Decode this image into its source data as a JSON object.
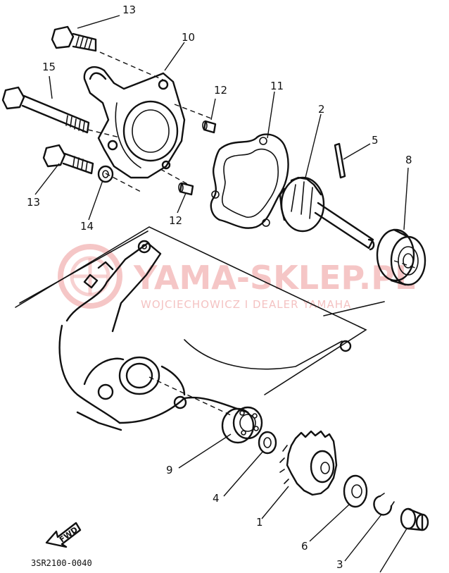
{
  "diagram": {
    "drawing_code": "3SR2100-0040",
    "fwd_label": "FWD",
    "watermark": {
      "title": "YAMA-SKLEP.PL",
      "subtitle": "WOJCIECHOWICZ I DEALER YAMAHA",
      "color": "#f2b3b3"
    },
    "callouts": [
      {
        "id": "c13a",
        "label": "13"
      },
      {
        "id": "c10",
        "label": "10"
      },
      {
        "id": "c15",
        "label": "15"
      },
      {
        "id": "c12a",
        "label": "12"
      },
      {
        "id": "c11",
        "label": "11"
      },
      {
        "id": "c2",
        "label": "2"
      },
      {
        "id": "c5",
        "label": "5"
      },
      {
        "id": "c8",
        "label": "8"
      },
      {
        "id": "c13b",
        "label": "13"
      },
      {
        "id": "c14",
        "label": "14"
      },
      {
        "id": "c12b",
        "label": "12"
      },
      {
        "id": "c9",
        "label": "9"
      },
      {
        "id": "c4",
        "label": "4"
      },
      {
        "id": "c1",
        "label": "1"
      },
      {
        "id": "c6",
        "label": "6"
      },
      {
        "id": "c3",
        "label": "3"
      }
    ]
  }
}
